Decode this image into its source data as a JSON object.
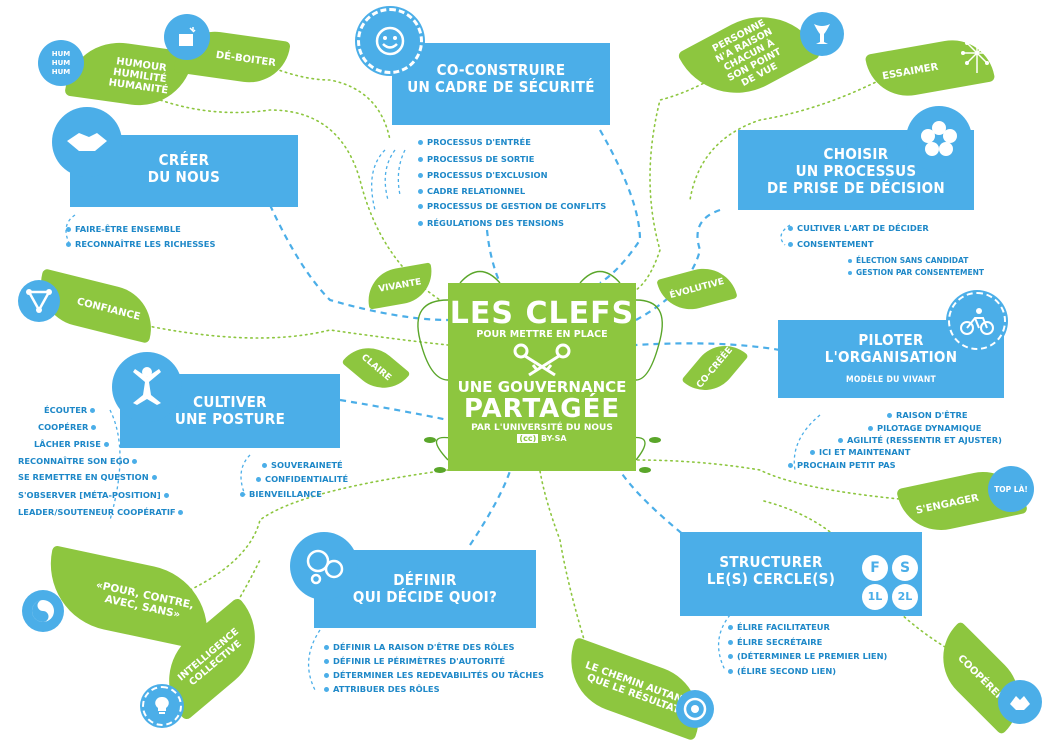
{
  "center": {
    "title": "LES CLEFS",
    "sub1": "POUR METTRE EN PLACE",
    "line2": "UNE GOUVERNANCE",
    "line3": "PARTAGÉE",
    "line4": "PAR L'UNIVERSITÉ DU NOUS",
    "license": "BY-SA",
    "license_cc": "(cc)"
  },
  "center_leaves": {
    "vivante": "VIVANTE",
    "claire": "CLAIRE",
    "evolutive": "ÉVOLUTIVE",
    "cocreee": "CO-CRÉÉE"
  },
  "topics": {
    "coconstruire": {
      "title1": "CO-CONSTRUIRE",
      "title2": "UN CADRE DE SÉCURITÉ",
      "items": [
        "PROCESSUS D'ENTRÉE",
        "PROCESSUS DE SORTIE",
        "PROCESSUS D'EXCLUSION",
        "CADRE RELATIONNEL",
        "PROCESSUS DE GESTION DE CONFLITS",
        "RÉGULATIONS DES TENSIONS"
      ]
    },
    "creer": {
      "title1": "CRÉER",
      "title2": "DU NOUS",
      "items": [
        "FAIRE-ÊTRE  ENSEMBLE",
        "RECONNAÎTRE LES RICHESSES"
      ]
    },
    "choisir": {
      "title1": "CHOISIR",
      "title2": "UN PROCESSUS",
      "title3": "DE PRISE DE DÉCISION",
      "items": [
        "CULTIVER L'ART DE DÉCIDER",
        "CONSENTEMENT"
      ],
      "subitems": [
        "ÉLECTION SANS CANDIDAT",
        "GESTION PAR CONSENTEMENT"
      ]
    },
    "piloter": {
      "title1": "PILOTER",
      "title2": "L'ORGANISATION",
      "subtitle": "MODÈLE DU VIVANT",
      "items": [
        "RAISON D'ÊTRE",
        "PILOTAGE DYNAMIQUE",
        "AGILITÉ (RESSENTIR ET AJUSTER)",
        "ICI ET MAINTENANT",
        "PROCHAIN PETIT PAS"
      ]
    },
    "cultiver": {
      "title1": "CULTIVER",
      "title2": "UNE POSTURE",
      "items_left": [
        "ÉCOUTER",
        "COOPÉRER",
        "LÂCHER PRISE",
        "RECONNAÎTRE SON EGO",
        "SE REMETTRE EN QUESTION",
        "S'OBSERVER [MÉTA-POSITION]",
        "LEADER/SOUTENEUR COOPÉRATIF"
      ],
      "items_right": [
        "SOUVERAINETÉ",
        "CONFIDENTIALITÉ",
        "BIENVEILLANCE"
      ]
    },
    "definir": {
      "title1": "DÉFINIR",
      "title2": "QUI DÉCIDE QUOI?",
      "items": [
        "DÉFINIR LA RAISON D'ÊTRE DES RÔLES",
        "DÉFINIR LE PÉRIMÈTRES D'AUTORITÉ",
        "DÉTERMINER LES REDEVABILITÉS OU TÂCHES",
        "ATTRIBUER DES RÔLES"
      ]
    },
    "structurer": {
      "title1": "STRUCTURER",
      "title2": "LE(S) CERCLE(S)",
      "items": [
        "ÉLIRE FACILITATEUR",
        "ÉLIRE SECRÉTAIRE",
        "(DÉTERMINER LE PREMIER LIEN)",
        "(ÉLIRE SECOND LIEN)"
      ],
      "badges": [
        "F",
        "S",
        "1L",
        "2L"
      ]
    }
  },
  "leaves": {
    "humour": "HUMOUR HUMILITÉ HUMANITÉ",
    "humhum": "HUM HUM HUM",
    "deboiter": "DÉ-BOITER",
    "confiance": "CONFIANCE",
    "personne": "PERSONNE N'A RAISON CHACUN À SON POINT DE VUE",
    "essaimer": "ESSAIMER",
    "sengager": "S'ENGAGER",
    "toplà": "TOP LÀ!",
    "pour": "«POUR, CONTRE, AVEC, SANS»",
    "intelligence": "INTELLIGENCE COLLECTIVE",
    "chemin": "LE CHEMIN AUTANT QUE LE RÉSULTAT",
    "cooperer": "COOPÉRER"
  },
  "icons": [
    "smiley-icon",
    "handshake-icon",
    "flower-icon",
    "cyclist-icon",
    "meditation-icon",
    "bubbles-icon",
    "yin-yang-icon",
    "lightbulb-icon",
    "target-icon",
    "dandelion-icon",
    "vase-icon",
    "gift-box-icon",
    "triangle-people-icon",
    "keys-icon",
    "hands-icon"
  ],
  "colors": {
    "blue": "#4baee8",
    "green": "#8dc63f",
    "text_blue": "#1e88c8"
  }
}
